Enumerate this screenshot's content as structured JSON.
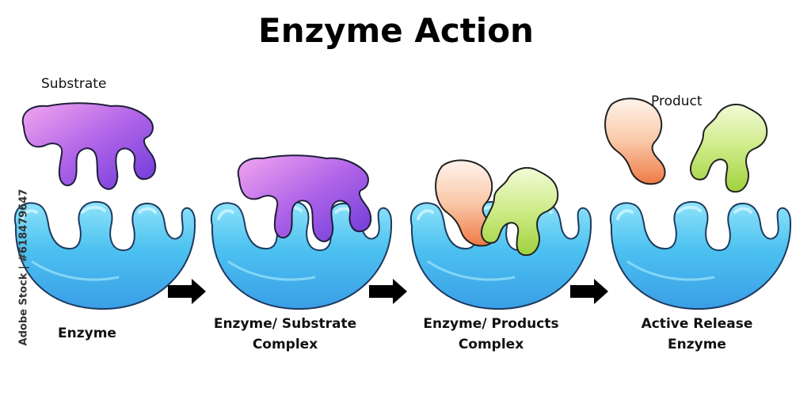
{
  "title": "Enzyme Action",
  "labels": {
    "substrate": "Substrate",
    "product": "Product"
  },
  "stages": [
    {
      "line1": "Enzyme",
      "line2": ""
    },
    {
      "line1": "Enzyme/ Substrate",
      "line2": "Complex"
    },
    {
      "line1": "Enzyme/ Products",
      "line2": "Complex"
    },
    {
      "line1": "Active Release",
      "line2": "Enzyme"
    }
  ],
  "watermark": "Adobe Stock | #618479647",
  "colors": {
    "enzyme": "#3fb4ee",
    "substrate": "#a05ee6",
    "product_a": "#f28a58",
    "product_b": "#b7df5c",
    "arrow": "#000000"
  },
  "icons": [
    "enzyme-shape",
    "substrate-shape",
    "product-shape",
    "right-arrow-icon"
  ]
}
